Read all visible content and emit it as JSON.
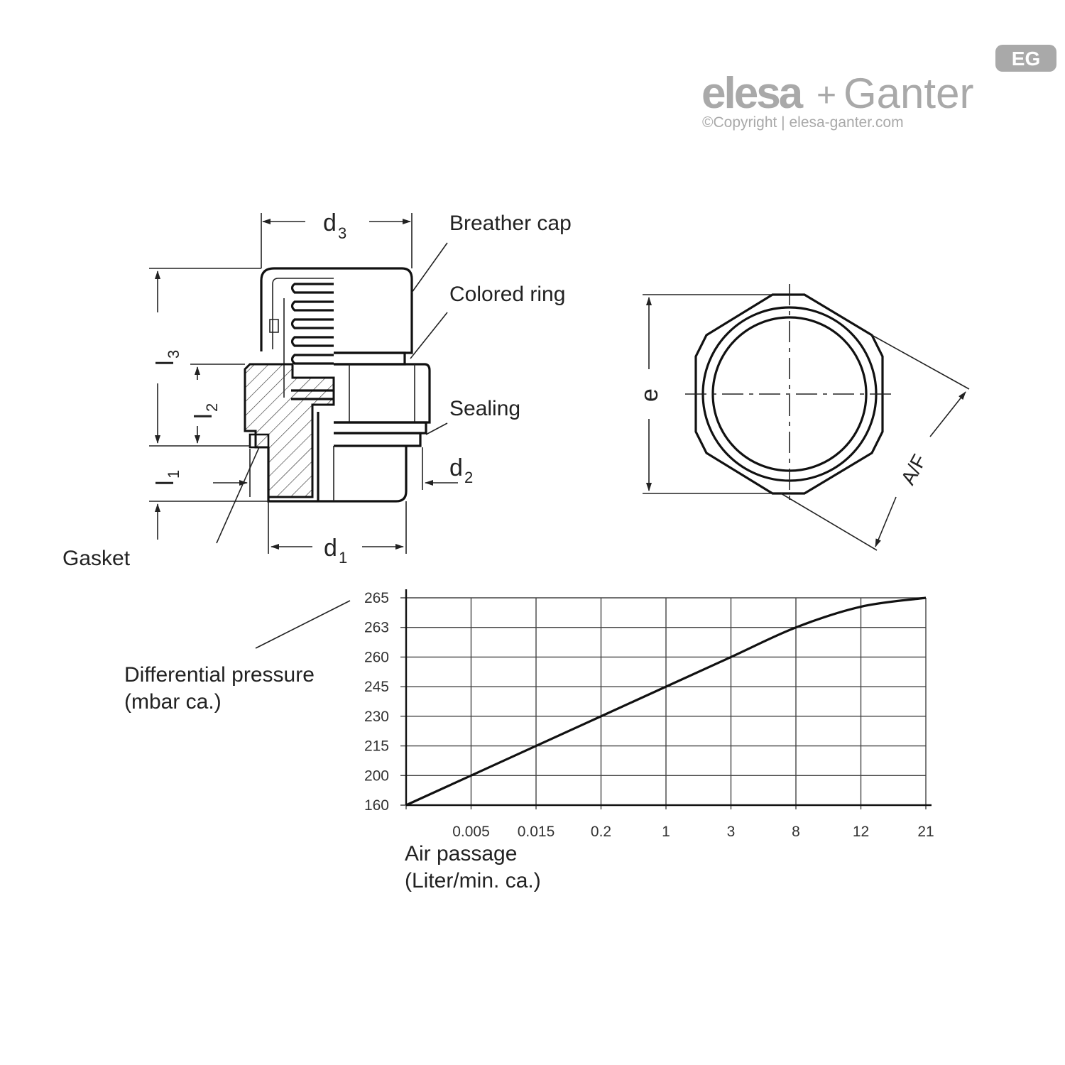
{
  "logo": {
    "brand_left": "elesa",
    "brand_plus": "+",
    "brand_right": "Ganter",
    "badge": "EG",
    "copyright": "©Copyright | elesa-ganter.com",
    "color": "#a9a9a9"
  },
  "drawing": {
    "labels": {
      "breather_cap": "Breather cap",
      "colored_ring": "Colored ring",
      "sealing": "Sealing",
      "gasket": "Gasket"
    },
    "dimensions": {
      "d3": "d",
      "d3_sub": "3",
      "d2": "d",
      "d2_sub": "2",
      "d1": "d",
      "d1_sub": "1",
      "l3": "l",
      "l3_sub": "3",
      "l2": "l",
      "l2_sub": "2",
      "l1": "l",
      "l1_sub": "1",
      "e": "e",
      "af": "A/F"
    }
  },
  "chart_data": {
    "type": "line",
    "ylabel_line1": "Differential pressure",
    "ylabel_line2": "(mbar ca.)",
    "xlabel_line1": "Air passage",
    "xlabel_line2": "(Liter/min. ca.)",
    "x_ticks": [
      "",
      "0.005",
      "0.015",
      "0.2",
      "1",
      "3",
      "8",
      "12",
      "21"
    ],
    "y_ticks": [
      "160",
      "200",
      "215",
      "230",
      "245",
      "260",
      "263",
      "265"
    ],
    "grid": true,
    "scale": "categorical ticks (non-uniform)",
    "series": [
      {
        "x": [
          "0",
          "0.005",
          "0.015",
          "0.2",
          "1",
          "3",
          "8",
          "12",
          "21"
        ],
        "y": [
          160,
          200,
          215,
          230,
          245,
          260,
          263,
          264.4,
          265
        ]
      }
    ]
  }
}
